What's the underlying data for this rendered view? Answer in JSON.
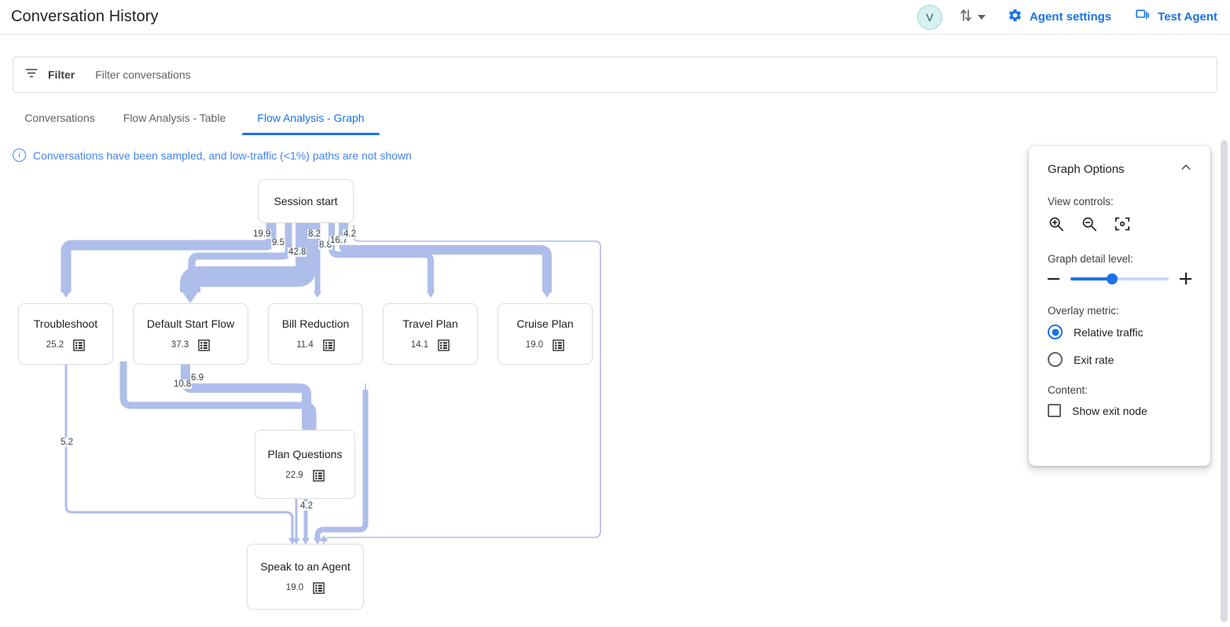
{
  "header": {
    "title": "Conversation History",
    "avatar_initial": "V",
    "sort_icon": "sort-arrows-icon",
    "caret_icon": "chevron-down-icon",
    "links": [
      {
        "label": "Agent settings",
        "icon": "gear-icon"
      },
      {
        "label": "Test Agent",
        "icon": "chat-bubble-icon"
      }
    ]
  },
  "filter": {
    "icon": "filter-icon",
    "label": "Filter",
    "placeholder": "Filter conversations"
  },
  "tabs": [
    {
      "label": "Conversations",
      "active": false
    },
    {
      "label": "Flow Analysis - Table",
      "active": false
    },
    {
      "label": "Flow Analysis - Graph",
      "active": true
    }
  ],
  "notice": {
    "icon": "info-icon",
    "text": "Conversations have been sampled, and low-traffic (<1%) paths are not shown"
  },
  "options_panel": {
    "title": "Graph Options",
    "collapse_icon": "chevron-up-icon",
    "view_controls_label": "View controls:",
    "view_controls": [
      {
        "name": "zoom-in-icon"
      },
      {
        "name": "zoom-out-icon"
      },
      {
        "name": "fit-to-screen-icon"
      }
    ],
    "detail_label": "Graph detail level:",
    "detail_minus": "minus-icon",
    "detail_plus": "plus-icon",
    "detail_value": 42,
    "overlay_label": "Overlay metric:",
    "overlay_options": [
      {
        "label": "Relative traffic",
        "selected": true
      },
      {
        "label": "Exit rate",
        "selected": false
      }
    ],
    "content_label": "Content:",
    "checkboxes": [
      {
        "label": "Show exit node",
        "checked": false
      }
    ]
  },
  "colors": {
    "accent": "#1a73e8",
    "notice": "#4285f4",
    "edge": "#aebeea",
    "node_border": "#dadce0",
    "avatar_bg": "#d7f0f2"
  },
  "chart_data": {
    "type": "diagram",
    "title": "Flow Analysis - Graph",
    "metric": "Relative traffic",
    "nodes": [
      {
        "id": "session_start",
        "label": "Session start",
        "value": null
      },
      {
        "id": "troubleshoot",
        "label": "Troubleshoot",
        "value": "25.2",
        "icon": "list-icon"
      },
      {
        "id": "default_start_flow",
        "label": "Default Start Flow",
        "value": "37.3",
        "icon": "list-icon"
      },
      {
        "id": "bill_reduction",
        "label": "Bill Reduction",
        "value": "11.4",
        "icon": "list-icon"
      },
      {
        "id": "travel_plan",
        "label": "Travel Plan",
        "value": "14.1",
        "icon": "list-icon"
      },
      {
        "id": "cruise_plan",
        "label": "Cruise Plan",
        "value": "19.0",
        "icon": "list-icon"
      },
      {
        "id": "plan_questions",
        "label": "Plan Questions",
        "value": "22.9",
        "icon": "list-icon"
      },
      {
        "id": "speak_to_agent",
        "label": "Speak to an Agent",
        "value": "19.0",
        "icon": "list-icon"
      }
    ],
    "edges": [
      {
        "from": "session_start",
        "to": "troubleshoot",
        "value": "19.9"
      },
      {
        "from": "session_start",
        "to": "default_start_flow",
        "value": "9.5"
      },
      {
        "from": "session_start",
        "to": "default_start_flow",
        "value": "42.8"
      },
      {
        "from": "session_start",
        "to": "bill_reduction",
        "value": "8.2"
      },
      {
        "from": "session_start",
        "to": "travel_plan",
        "value": "8.8"
      },
      {
        "from": "session_start",
        "to": "cruise_plan",
        "value": "16.7"
      },
      {
        "from": "session_start",
        "to": "cruise_plan",
        "value": "4.2"
      },
      {
        "from": "troubleshoot",
        "to": "speak_to_agent",
        "value": "5.2"
      },
      {
        "from": "default_start_flow",
        "to": "plan_questions",
        "value": "10.8"
      },
      {
        "from": "default_start_flow",
        "to": "plan_questions",
        "value": "6.9"
      },
      {
        "from": "plan_questions",
        "to": "speak_to_agent",
        "value": "4.2"
      }
    ]
  }
}
